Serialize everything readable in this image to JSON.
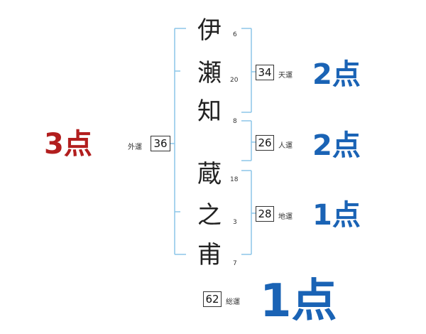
{
  "name_chars": [
    {
      "char": "伊",
      "strokes": "6"
    },
    {
      "char": "瀬",
      "strokes": "20"
    },
    {
      "char": "知",
      "strokes": "8"
    },
    {
      "char": "蔵",
      "strokes": "18"
    },
    {
      "char": "之",
      "strokes": "3"
    },
    {
      "char": "甫",
      "strokes": "7"
    }
  ],
  "fortunes": {
    "outer": {
      "value": "36",
      "label": "外運",
      "score": "3点"
    },
    "heaven": {
      "value": "34",
      "label": "天運",
      "score": "2点"
    },
    "person": {
      "value": "26",
      "label": "人運",
      "score": "2点"
    },
    "earth": {
      "value": "28",
      "label": "地運",
      "score": "1点"
    },
    "total": {
      "value": "62",
      "label": "総運",
      "score": "1点"
    }
  },
  "colors": {
    "bracket": "#8cc6e8",
    "score_blue": "#1a63b5",
    "score_red": "#b21e1e"
  }
}
